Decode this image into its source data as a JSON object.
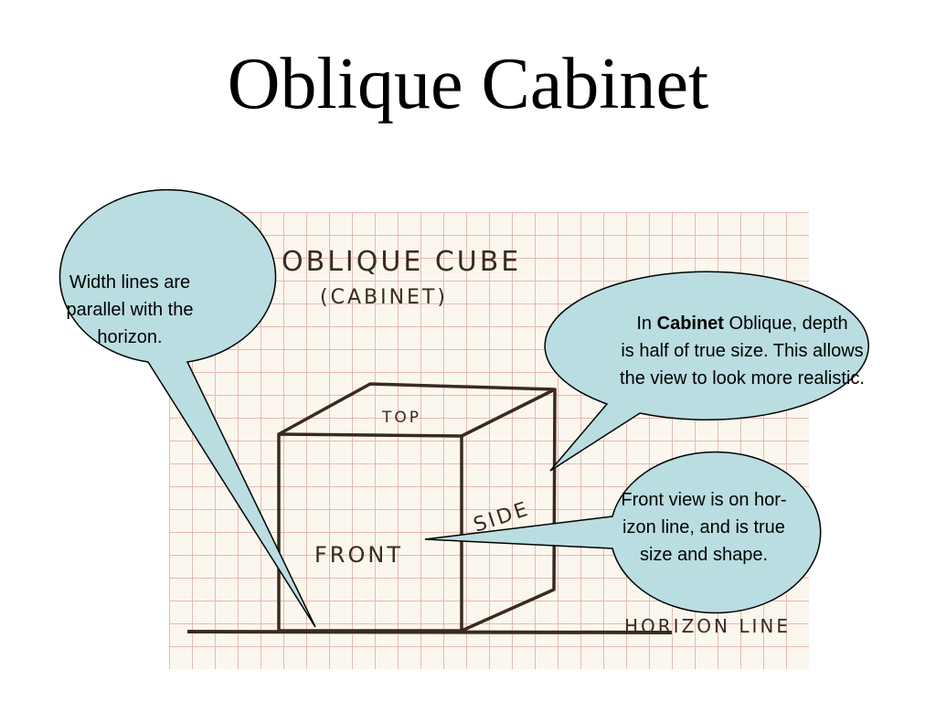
{
  "slide": {
    "title": "Oblique Cabinet"
  },
  "drawing": {
    "heading_line1": "OBLIQUE CUBE",
    "heading_line2": "(CABINET)",
    "label_top": "TOP",
    "label_front": "FRONT",
    "label_side": "SIDE",
    "label_horizon": "HORIZON LINE"
  },
  "callouts": {
    "width_lines": {
      "line1": "Width lines are",
      "line2": "parallel with the",
      "line3": "horizon."
    },
    "cabinet_depth": {
      "prefix": "In ",
      "bold": "Cabinet",
      "suffix": " Oblique, depth",
      "line2": "is half of true size.  This allows",
      "line3": "the view to look more realistic."
    },
    "front_view": {
      "line1": "Front view is on hor-",
      "line2": "izon line, and is true",
      "line3": "size and shape."
    }
  },
  "colors": {
    "paper": "#fbf7ee",
    "grid": "#e6b9b4",
    "pencil": "#3a2a1e",
    "bubble_fill": "#b9dde0",
    "bubble_stroke": "#000000"
  }
}
